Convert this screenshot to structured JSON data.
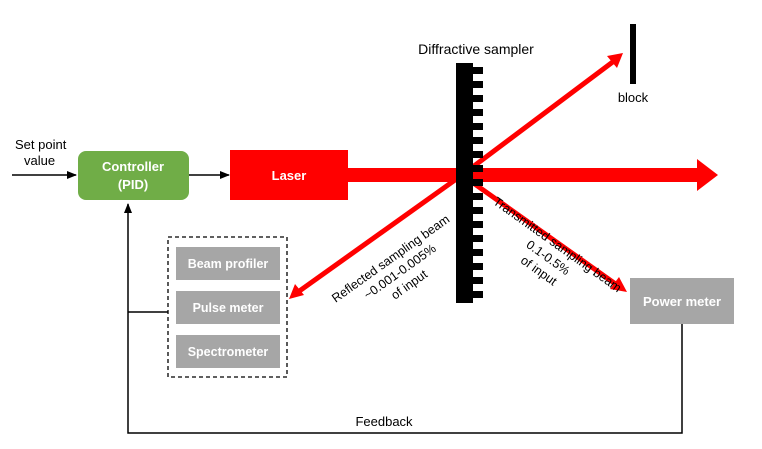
{
  "inputs": {
    "set_point_line1": "Set point",
    "set_point_line2": "value"
  },
  "controller": {
    "line1": "Controller",
    "line2": "(PID)",
    "color": "#70AD47"
  },
  "laser": {
    "label": "Laser",
    "color": "#FF0000"
  },
  "sampler": {
    "title": "Diffractive sampler"
  },
  "block": {
    "label": "block"
  },
  "instruments": [
    "Beam profiler",
    "Pulse meter",
    "Spectrometer"
  ],
  "power_meter": {
    "label": "Power meter"
  },
  "reflected_beam": {
    "line1": "Reflected sampling beam",
    "line2": "~0.001-0.005%",
    "line3": "of input"
  },
  "transmitted_beam": {
    "line1": "Transmitted sampling beam",
    "line2": "0.1-0.5%",
    "line3": "of input"
  },
  "feedback": {
    "label": "Feedback"
  },
  "colors": {
    "beam": "#FF0000",
    "instrument_box": "#A6A6A6",
    "line": "#000000"
  }
}
